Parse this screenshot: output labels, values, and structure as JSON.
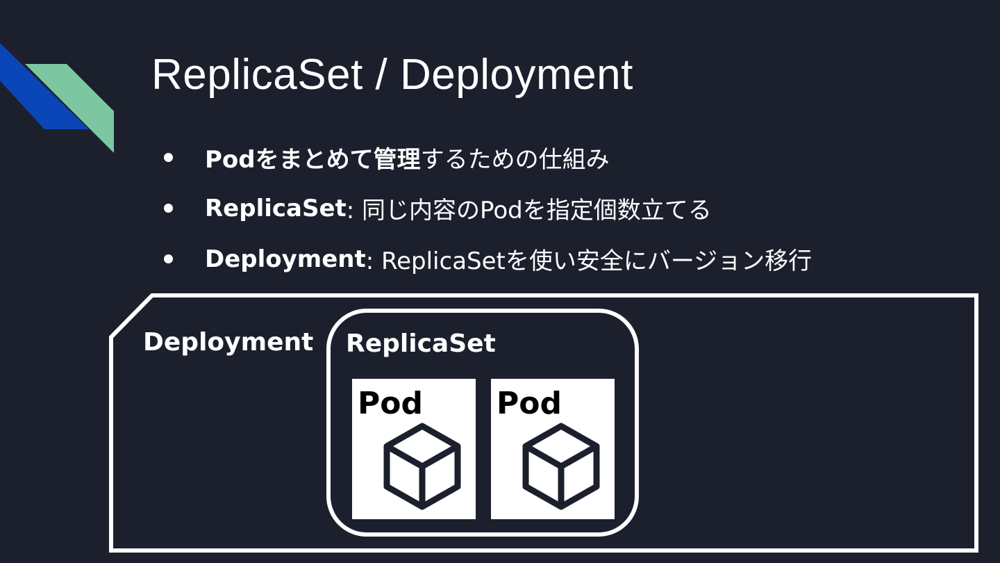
{
  "slide": {
    "title": "ReplicaSet / Deployment",
    "bullets": [
      {
        "bold": "Podをまとめて管理",
        "text": "するための仕組み"
      },
      {
        "bold": "ReplicaSet",
        "text": ": 同じ内容のPodを指定個数立てる"
      },
      {
        "bold": "Deployment",
        "text": ": ReplicaSetを使い安全にバージョン移行"
      }
    ]
  },
  "diagram": {
    "deployment_label": "Deployment",
    "replicaset_label": "ReplicaSet",
    "pods": [
      {
        "label": "Pod",
        "icon": "cube-icon"
      },
      {
        "label": "Pod",
        "icon": "cube-icon"
      }
    ]
  },
  "colors": {
    "background": "#1c202d",
    "accent_blue": "#0b46b8",
    "accent_green": "#7dc6a2",
    "foreground": "#ffffff"
  }
}
